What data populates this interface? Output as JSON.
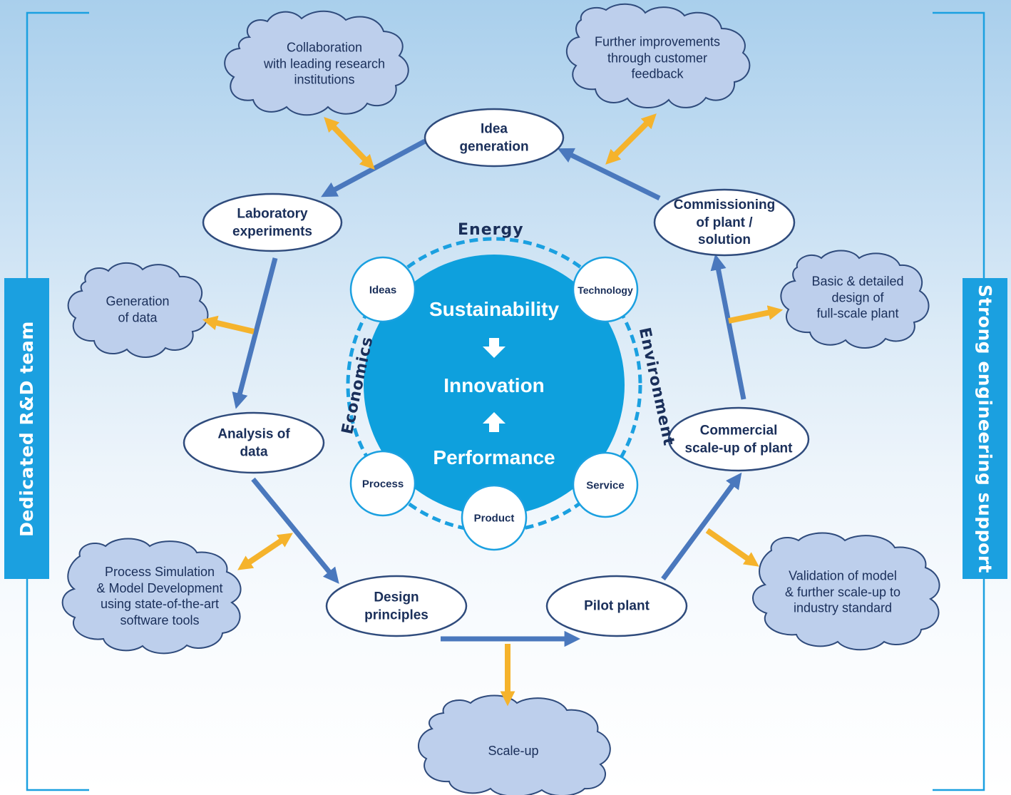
{
  "sidebars": {
    "left": "Dedicated R&D team",
    "right": "Strong engineering support"
  },
  "core": {
    "top": "Sustainability",
    "middle": "Innovation",
    "bottom": "Performance"
  },
  "ring_labels": {
    "top": "Energy",
    "left": "Economics",
    "right": "Environment"
  },
  "ring_nodes": {
    "ideas": "Ideas",
    "technology": "Technology",
    "process": "Process",
    "service": "Service",
    "product": "Product"
  },
  "stages": {
    "idea_generation": "Idea\ngeneration",
    "laboratory_experiments": "Laboratory\nexperiments",
    "analysis_of_data": "Analysis of\ndata",
    "design_principles": "Design\nprinciples",
    "pilot_plant": "Pilot plant",
    "commercial_scale_up": "Commercial\nscale-up of plant",
    "commissioning": "Commissioning\nof plant /\nsolution"
  },
  "clouds": {
    "collaboration": "Collaboration\nwith leading research\ninstitutions",
    "feedback": "Further improvements\nthrough customer\nfeedback",
    "generation_data": "Generation\nof data",
    "basic_design": "Basic & detailed\ndesign of\nfull-scale plant",
    "simulation": "Process Simulation\n& Model Development\nusing state-of-the-art\nsoftware tools",
    "validation": "Validation of model\n& further scale-up to\nindustry standard",
    "scale_up": "Scale-up"
  },
  "colors": {
    "accent_blue": "#1ba0e0",
    "flow_arrow": "#4a78bd",
    "side_arrow": "#f5b32c",
    "cloud_fill": "#bdcfec",
    "text_dark": "#1a2f5a"
  }
}
